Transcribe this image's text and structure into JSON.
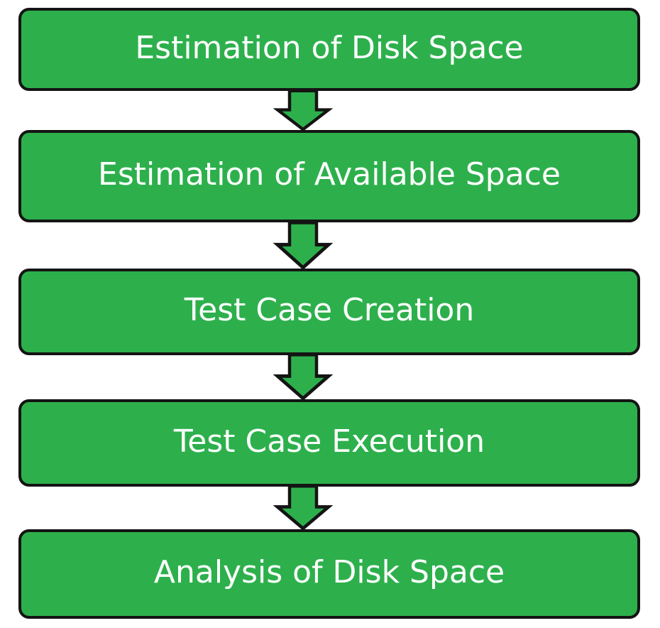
{
  "diagram": {
    "type": "flowchart",
    "orientation": "vertical",
    "steps": [
      {
        "label": "Estimation of Disk Space"
      },
      {
        "label": "Estimation of Available Space"
      },
      {
        "label": "Test Case Creation"
      },
      {
        "label": "Test Case Execution"
      },
      {
        "label": "Analysis of Disk Space"
      }
    ],
    "connectors": [
      {
        "from": 0,
        "to": 1,
        "icon": "down-arrow-icon"
      },
      {
        "from": 1,
        "to": 2,
        "icon": "down-arrow-icon"
      },
      {
        "from": 2,
        "to": 3,
        "icon": "down-arrow-icon"
      },
      {
        "from": 3,
        "to": 4,
        "icon": "down-arrow-icon"
      }
    ],
    "colors": {
      "background": "#ffffff",
      "box_fill": "#2db04c",
      "box_border": "#141414",
      "arrow_fill": "#2db04c",
      "arrow_outline": "#141414",
      "text": "#ffffff"
    }
  }
}
